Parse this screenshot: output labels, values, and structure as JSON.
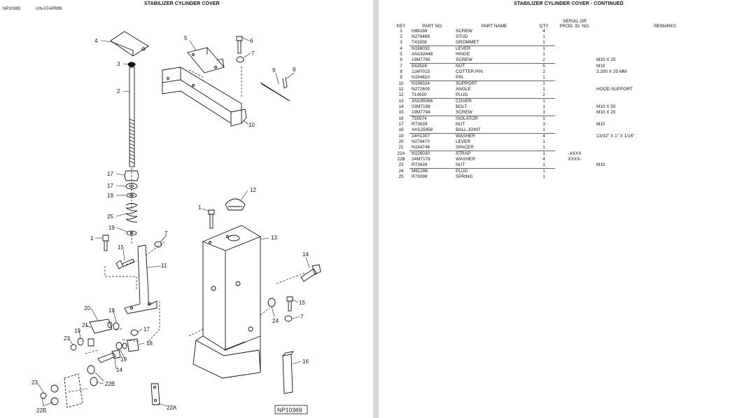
{
  "left": {
    "title": "STABILIZER CYLINDER COVER",
    "figure_id": "NP10369",
    "date_code": "-UN-07APR99",
    "figure_box_label": "NP10369",
    "callouts": {
      "c4": "4",
      "c5": "5",
      "c6": "6",
      "c7a": "7",
      "c3": "3",
      "c9": "9",
      "c8": "8",
      "c2": "2",
      "c10": "10",
      "c17a": "17",
      "c17b": "17",
      "c19a": "19",
      "c25": "25",
      "c19b": "19",
      "c1a": "1",
      "c7b": "7",
      "c15a": "15",
      "c11": "11",
      "c12": "12",
      "c1b": "1",
      "c13": "13",
      "c14a": "14",
      "c15b": "15",
      "c24": "24",
      "c7c": "7",
      "c20": "20",
      "c19c": "19",
      "c21": "21",
      "c19d": "19",
      "c17c": "17",
      "c23a": "23",
      "c18": "18",
      "c19e": "19",
      "c14b": "14",
      "c22b1": "22B",
      "c16": "16",
      "c23b": "23",
      "c22a": "22A",
      "c22b2": "22B"
    }
  },
  "right": {
    "title": "STABILIZER CYLINDER COVER - CONTINUED",
    "headers": {
      "key": "KEY",
      "part_no": "PART NO.",
      "part_name": "PART NAME",
      "qty": "QTY",
      "serial_line1": "SERIAL OR",
      "serial_line2": "PROD. ID. NO.",
      "remarks": "REMARKS"
    },
    "rows": [
      {
        "key": "1",
        "part_no": "H88188",
        "part_name": "SCREW",
        "qty": "4",
        "serial": "",
        "remarks": ""
      },
      {
        "key": "2",
        "part_no": "N278469",
        "part_name": "STUD",
        "qty": "1",
        "serial": "",
        "remarks": ""
      },
      {
        "key": "3",
        "part_no": "T41908",
        "part_name": "GROMMET",
        "qty": "1",
        "serial": "",
        "remarks": ""
      },
      {
        "key": "4",
        "part_no": "N198032",
        "part_name": "LEVER",
        "qty": "1",
        "serial": "",
        "remarks": ""
      },
      {
        "key": "5",
        "part_no": "AN192448",
        "part_name": "HINGE",
        "qty": "1",
        "serial": "",
        "remarks": ""
      },
      {
        "key": "6",
        "part_no": "19M7785",
        "part_name": "SCREW",
        "qty": "2",
        "serial": "",
        "remarks": "M10 X 25"
      },
      {
        "key": "7",
        "part_no": "E63526",
        "part_name": "NUT",
        "qty": "5",
        "serial": "",
        "remarks": "M10"
      },
      {
        "key": "8",
        "part_no": "11M7015",
        "part_name": "COTTER PIN",
        "qty": "2",
        "serial": "",
        "remarks": "3.200 X 25 MM"
      },
      {
        "key": "9",
        "part_no": "N194810",
        "part_name": "PIN",
        "qty": "1",
        "serial": "",
        "remarks": ""
      },
      {
        "key": "10",
        "part_no": "N196324",
        "part_name": "SUPPORT",
        "qty": "1",
        "serial": "",
        "remarks": ""
      },
      {
        "key": "11",
        "part_no": "N272609",
        "part_name": "ANGLE",
        "qty": "1",
        "serial": "",
        "remarks": "HOOD SUPPORT"
      },
      {
        "key": "12",
        "part_no": "T14500",
        "part_name": "PLUG",
        "qty": "2",
        "serial": "",
        "remarks": ""
      },
      {
        "key": "13",
        "part_no": "AN195066",
        "part_name": "COVER",
        "qty": "1",
        "serial": "",
        "remarks": ""
      },
      {
        "key": "14",
        "part_no": "03M7196",
        "part_name": "BOLT",
        "qty": "1",
        "serial": "",
        "remarks": "M10 X 50"
      },
      {
        "key": "15",
        "part_no": "19M7784",
        "part_name": "SCREW",
        "qty": "3",
        "serial": "",
        "remarks": "M10 X 20"
      },
      {
        "key": "16",
        "part_no": "T55974",
        "part_name": "ISOLATOR",
        "qty": "1",
        "serial": "",
        "remarks": ""
      },
      {
        "key": "17",
        "part_no": "R73639",
        "part_name": "NUT",
        "qty": "3",
        "serial": "",
        "remarks": "M10"
      },
      {
        "key": "18",
        "part_no": "AH125958",
        "part_name": "BALL JOINT",
        "qty": "1",
        "serial": "",
        "remarks": ""
      },
      {
        "key": "19",
        "part_no": "24H1307",
        "part_name": "WASHER",
        "qty": "4",
        "serial": "",
        "remarks": "13/32\" X 1\" X 1/16\""
      },
      {
        "key": "20",
        "part_no": "N278470",
        "part_name": "LEVER",
        "qty": "1",
        "serial": "",
        "remarks": ""
      },
      {
        "key": "21",
        "part_no": "N194748",
        "part_name": "SPACER",
        "qty": "1",
        "serial": "",
        "remarks": ""
      },
      {
        "key": "22A",
        "part_no": "N126030",
        "part_name": "STRAP",
        "qty": "1",
        "serial": "-XXXX",
        "remarks": ""
      },
      {
        "key": "22B",
        "part_no": "24M7178",
        "part_name": "WASHER",
        "qty": "4",
        "serial": "XXXX-",
        "remarks": ""
      },
      {
        "key": "23",
        "part_no": "R73639",
        "part_name": "NUT",
        "qty": "1",
        "serial": "",
        "remarks": "M10"
      },
      {
        "key": "24",
        "part_no": "M61266",
        "part_name": "PLUG",
        "qty": "1",
        "serial": "",
        "remarks": ""
      },
      {
        "key": "25",
        "part_no": "R73098",
        "part_name": "SPRING",
        "qty": "1",
        "serial": "",
        "remarks": ""
      }
    ]
  }
}
